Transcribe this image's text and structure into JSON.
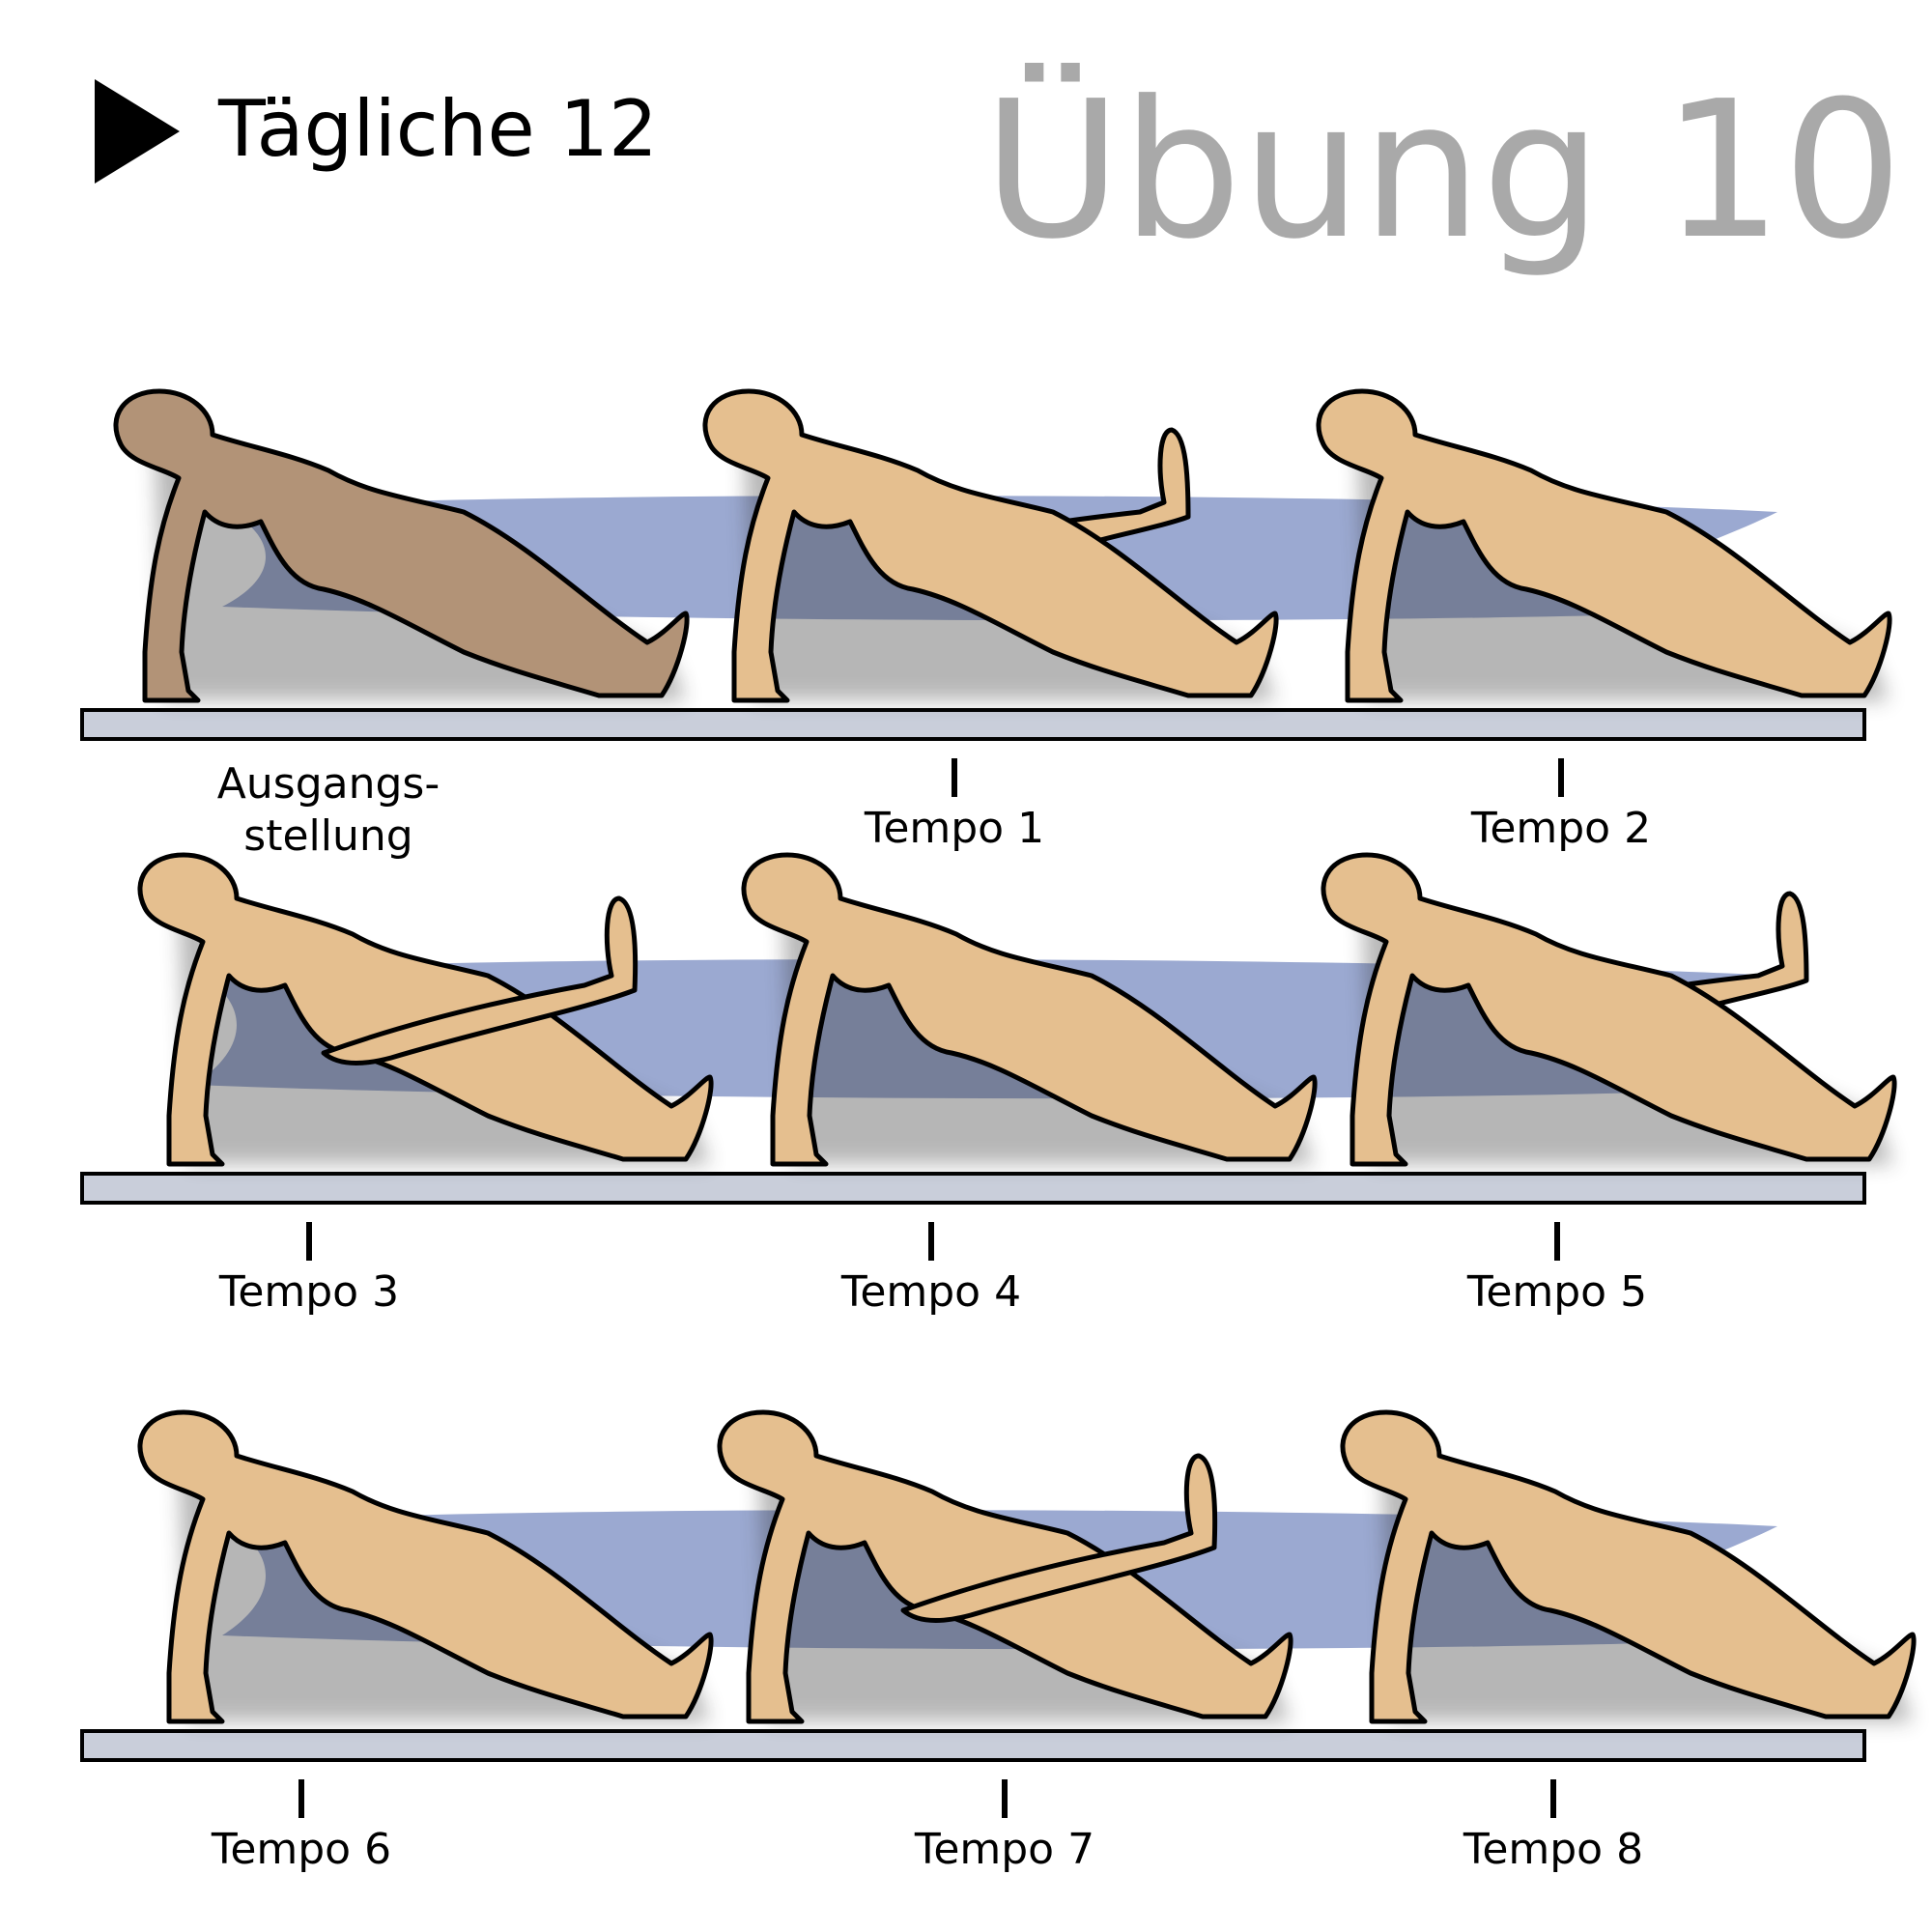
{
  "header": {
    "series_title": "Tägliche 12",
    "exercise_title": "Übung 10",
    "marker_icon": "play-triangle-icon"
  },
  "colors": {
    "figure_skin": "#e5bf8f",
    "figure_start": "#b29377",
    "outline": "#000000",
    "motion_band": "#9ba9d1",
    "floor": "#c9ceda"
  },
  "steps": [
    {
      "label": "Ausgangsstellung",
      "line1": "Ausgangs-",
      "line2": "stellung",
      "raised_leg": "none",
      "tick": false
    },
    {
      "label": "Tempo 1",
      "raised_leg": "far",
      "tick": true
    },
    {
      "label": "Tempo 2",
      "raised_leg": "none",
      "tick": true
    },
    {
      "label": "Tempo 3",
      "raised_leg": "near",
      "tick": true
    },
    {
      "label": "Tempo 4",
      "raised_leg": "none",
      "tick": true
    },
    {
      "label": "Tempo 5",
      "raised_leg": "far",
      "tick": true
    },
    {
      "label": "Tempo 6",
      "raised_leg": "none",
      "tick": true
    },
    {
      "label": "Tempo 7",
      "raised_leg": "near",
      "tick": true
    },
    {
      "label": "Tempo 8",
      "raised_leg": "none",
      "tick": true
    }
  ]
}
